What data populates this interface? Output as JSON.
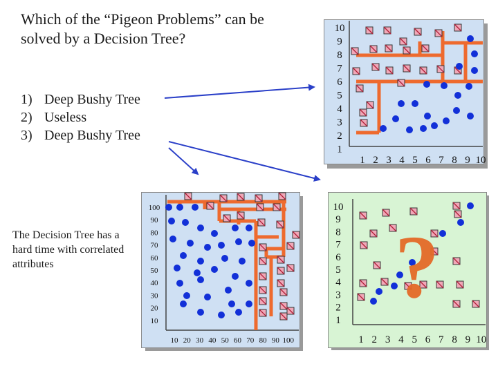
{
  "title": "Which of the “Pigeon Problems” can be solved by a Decision Tree?",
  "answers": [
    {
      "num": "1)",
      "text": "Deep Bushy Tree"
    },
    {
      "num": "2)",
      "text": "Useless"
    },
    {
      "num": "3)",
      "text": "Deep Bushy Tree"
    }
  ],
  "note": "The Decision Tree has a hard time with correlated attributes",
  "question_mark": "?",
  "colors": {
    "split": "#ee6a2e",
    "arrow": "#2a3fc8",
    "point": "#1230d8",
    "pink": "#f0a8b8"
  },
  "chart_data": [
    {
      "id": "plot-top-right",
      "type": "scatter",
      "xticks": [
        "1",
        "2",
        "3",
        "4",
        "5",
        "6",
        "7",
        "8",
        "9",
        "10"
      ],
      "yticks": [
        "10",
        "9",
        "8",
        "7",
        "6",
        "5",
        "4",
        "3",
        "2",
        "1"
      ],
      "background": "blue",
      "has_splits": true
    },
    {
      "id": "plot-bottom-left",
      "type": "scatter",
      "xticks": [
        "10",
        "20",
        "30",
        "40",
        "50",
        "60",
        "70",
        "80",
        "90",
        "100"
      ],
      "yticks": [
        "100",
        "90",
        "80",
        "70",
        "60",
        "50",
        "40",
        "30",
        "20",
        "10"
      ],
      "background": "blue",
      "has_splits": true
    },
    {
      "id": "plot-bottom-right",
      "type": "scatter",
      "xticks": [
        "1",
        "2",
        "3",
        "4",
        "5",
        "6",
        "7",
        "8",
        "9",
        "10"
      ],
      "yticks": [
        "10",
        "9",
        "8",
        "7",
        "6",
        "5",
        "4",
        "3",
        "2",
        "1"
      ],
      "background": "green",
      "has_splits": false
    }
  ]
}
